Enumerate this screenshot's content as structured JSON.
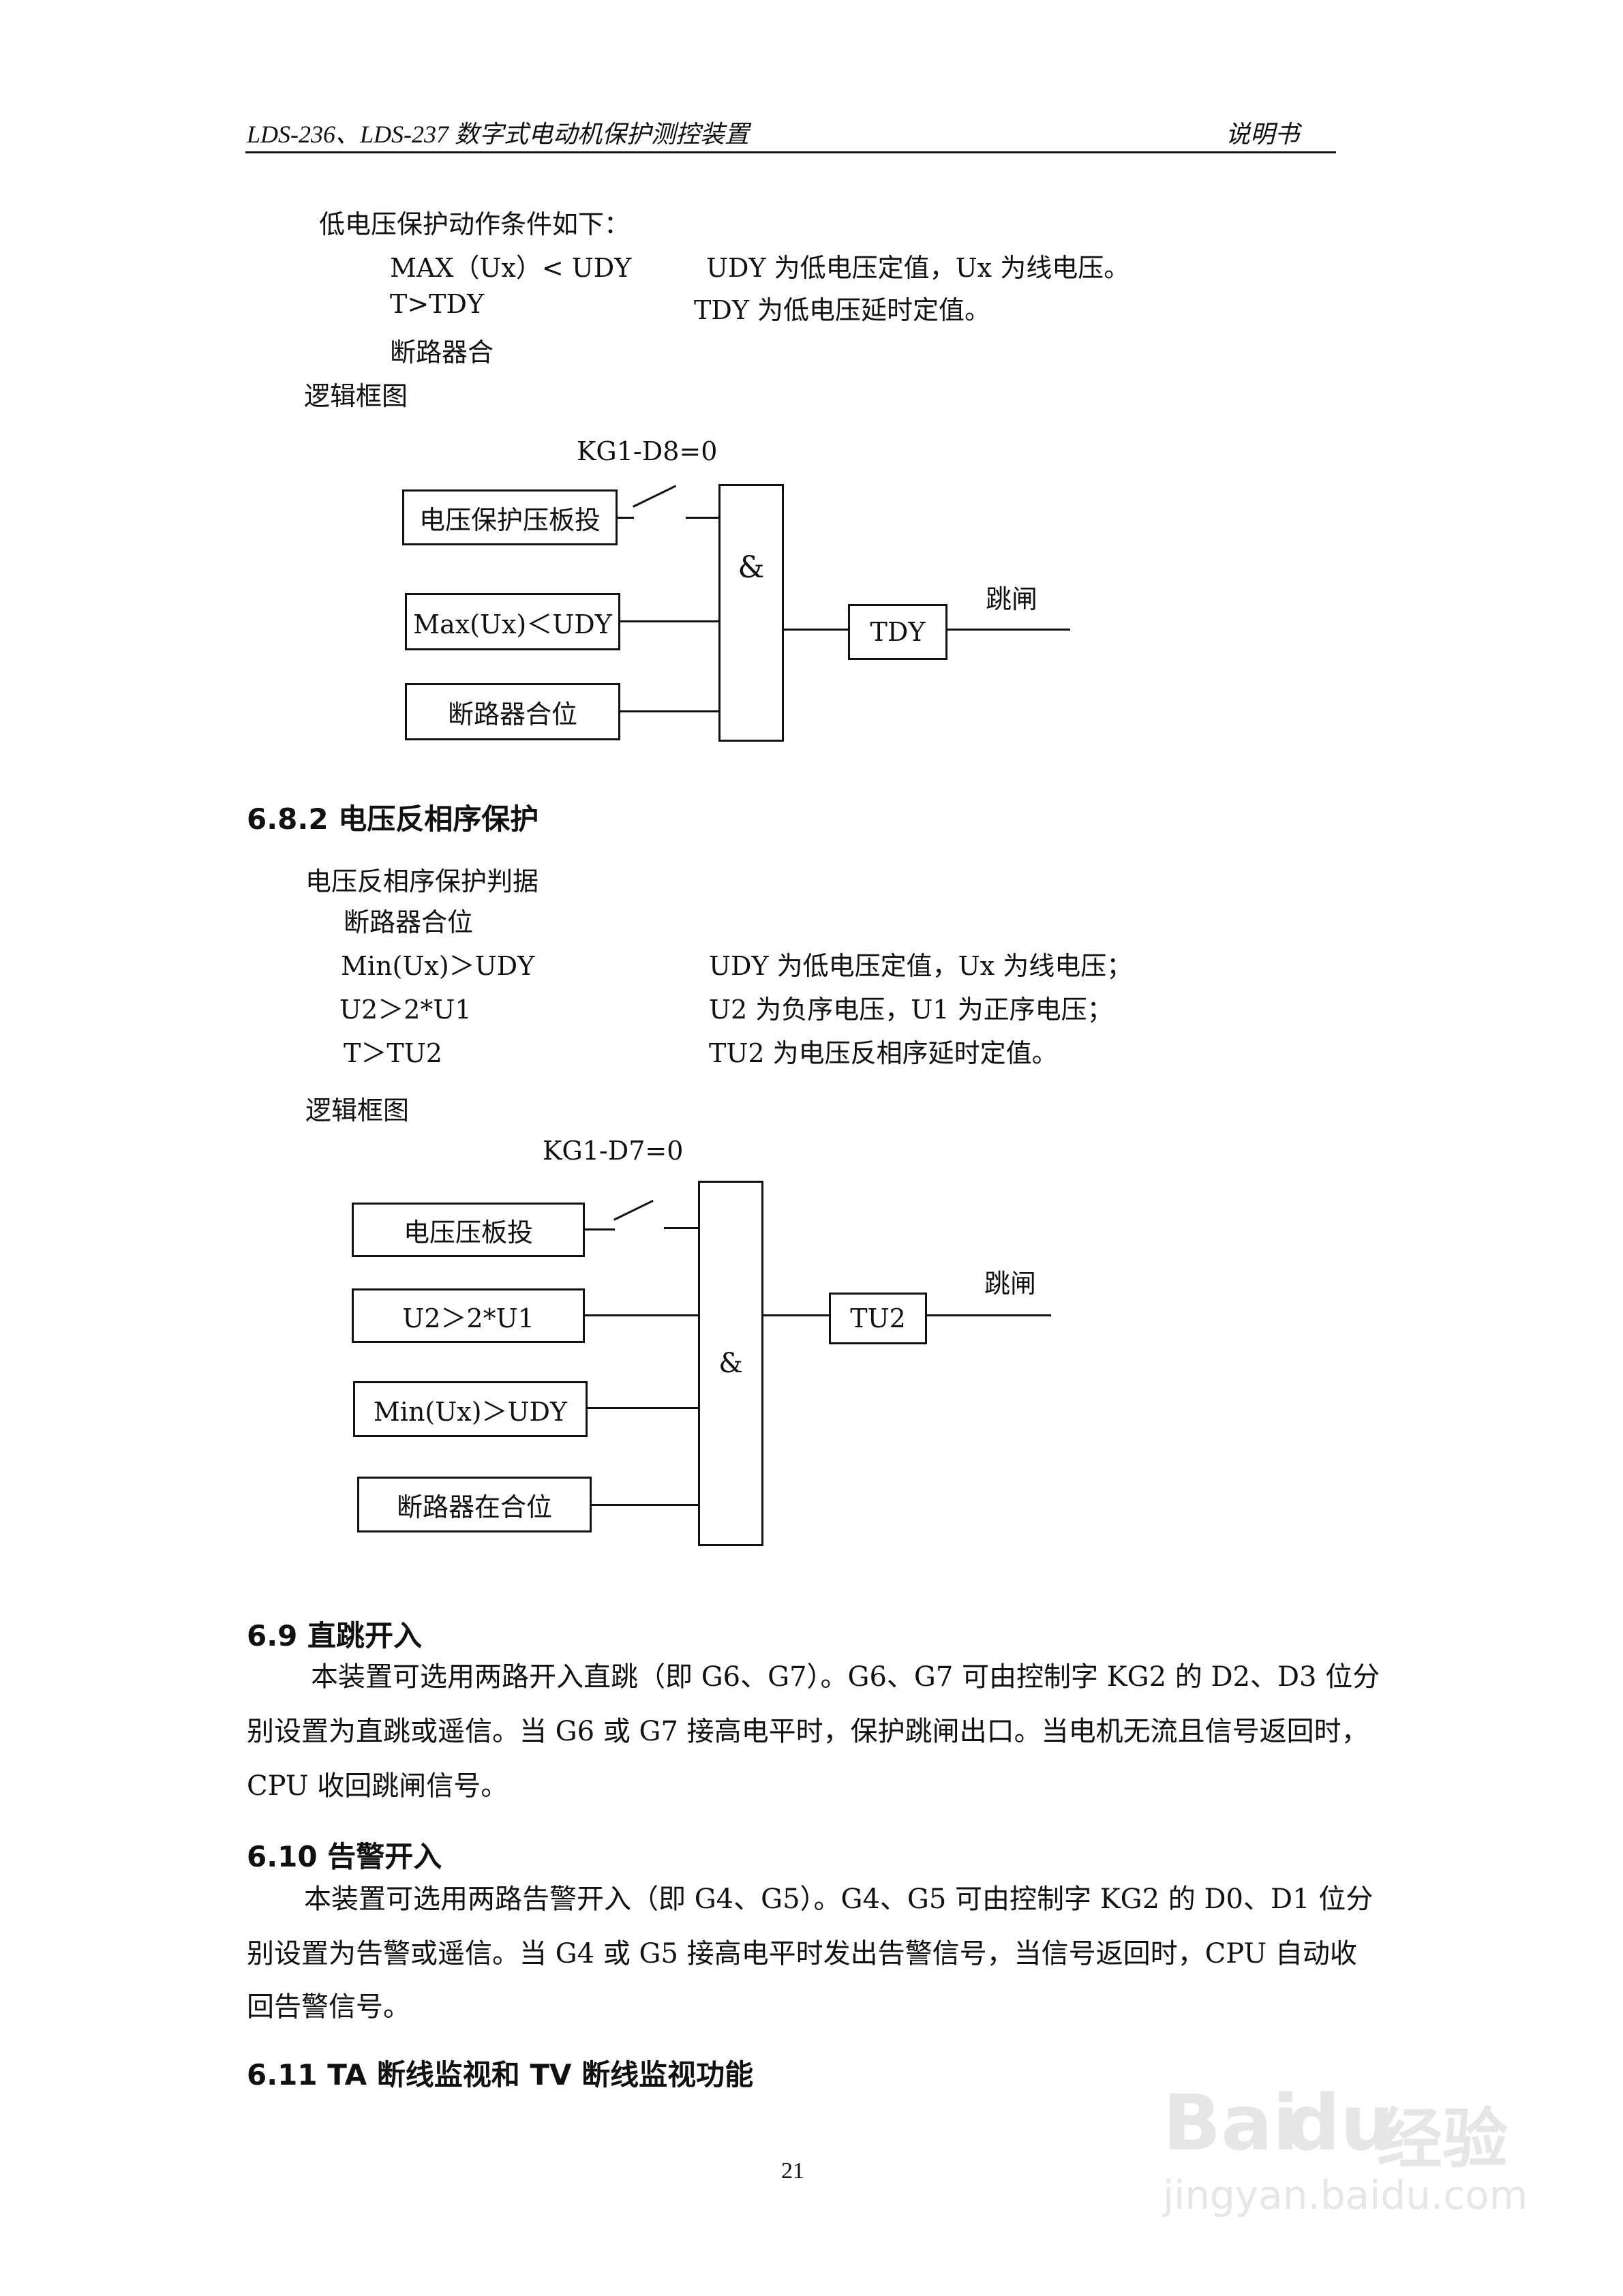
{
  "header": {
    "title": "LDS-236、LDS-237 数字式电动机保护测控装置",
    "right": "说明书"
  },
  "sec_low": {
    "intro": "低电压保护动作条件如下：",
    "rows": [
      {
        "left": "MAX（Ux）< UDY",
        "right": "UDY   为低电压定值，Ux 为线电压。"
      },
      {
        "left": "T>TDY",
        "right": "TDY   为低电压延时定值。"
      },
      {
        "left": "断路器合",
        "right": ""
      }
    ],
    "logic_label": "逻辑框图"
  },
  "diagram1": {
    "switch_label": "KG1-D8=0",
    "inputs": [
      "电压保护压板投",
      "Max(Ux)＜UDY",
      "断路器合位"
    ],
    "gate": "&",
    "delay": "TDY",
    "output": "跳闸"
  },
  "sec_682": {
    "heading": "6.8.2    电压反相序保护",
    "intro": "电压反相序保护判据",
    "rows": [
      {
        "left": "断路器合位",
        "right": ""
      },
      {
        "left": "Min(Ux)＞UDY",
        "right": "UDY 为低电压定值，Ux 为线电压；"
      },
      {
        "left": "U2＞2*U1",
        "right": "U2 为负序电压，U1 为正序电压；"
      },
      {
        "left": "T＞TU2",
        "right": "TU2 为电压反相序延时定值。"
      }
    ],
    "logic_label": "逻辑框图"
  },
  "diagram2": {
    "switch_label": "KG1-D7=0",
    "inputs": [
      "电压压板投",
      "U2＞2*U1",
      "Min(Ux)＞UDY",
      "断路器在合位"
    ],
    "gate": "&",
    "delay": "TU2",
    "output": "跳闸"
  },
  "sec_69": {
    "heading": "6.9 直跳开入",
    "lines": [
      "本装置可选用两路开入直跳（即 G6、G7）。G6、G7 可由控制字 KG2 的 D2、D3 位分",
      "别设置为直跳或遥信。当 G6 或 G7 接高电平时，保护跳闸出口。当电机无流且信号返回时，",
      "CPU 收回跳闸信号。"
    ]
  },
  "sec_610": {
    "heading": "6.10 告警开入",
    "lines": [
      "本装置可选用两路告警开入（即 G4、G5）。G4、G5 可由控制字 KG2 的 D0、D1 位分",
      "别设置为告警或遥信。当 G4 或 G5 接高电平时发出告警信号，当信号返回时，CPU 自动收",
      "回告警信号。"
    ]
  },
  "sec_611": {
    "heading": "6.11    TA 断线监视和 TV 断线监视功能"
  },
  "page_number": "21",
  "watermark": {
    "brand": "Bai",
    "brand2": "du",
    "cn": "经验",
    "url": "jingyan.baidu.com"
  }
}
